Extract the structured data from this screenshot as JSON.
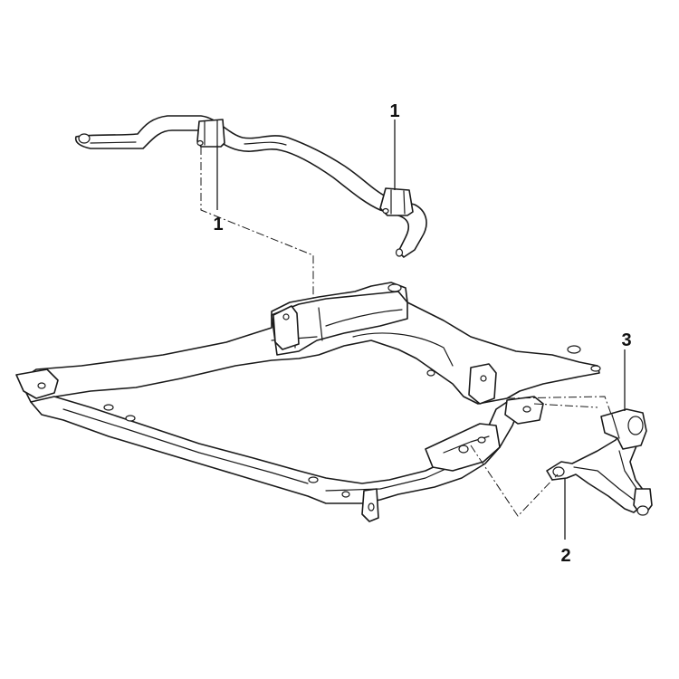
{
  "callouts": [
    {
      "id": "stabilizer-bushing-right",
      "label": "1"
    },
    {
      "id": "stabilizer-bushing-left",
      "label": "1"
    },
    {
      "id": "control-arm",
      "label": "2"
    },
    {
      "id": "control-arm-bushing",
      "label": "3"
    }
  ],
  "colors": {
    "line": "#1a1a1a",
    "background": "#ffffff"
  }
}
